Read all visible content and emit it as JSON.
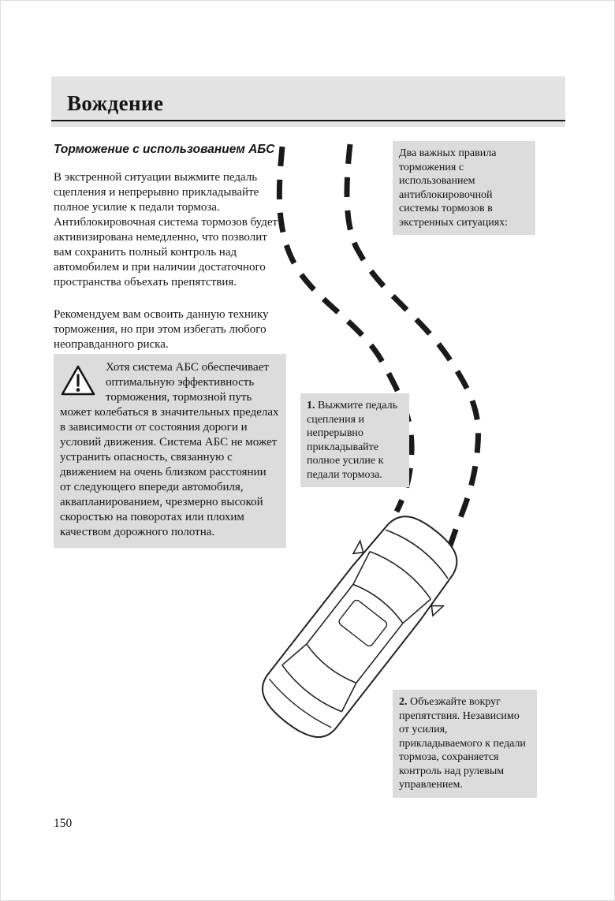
{
  "page": {
    "header_title": "Вождение",
    "number": "150"
  },
  "left_column": {
    "section_heading": "Торможение с использованием АБС",
    "paragraph1": "В экстренной ситуации выжмите педаль сцепления и непрерывно прикладывайте полное усилие к педали тормоза. Антиблокировочная система тормозов будет активизирована немедленно, что позволит вам сохранить полный контроль над автомобилем и при наличии достаточного пространства объехать препятствия.",
    "paragraph2": "Рекомендуем вам освоить данную технику торможения, но при этом избегать любого неоправданного риска.",
    "warning_icon": "warning-triangle",
    "warning_text": "Хотя система АБС обеспечивает оптимальную эффективность торможения, тормозной путь может колебаться в значительных пределах в зависимости от состояния дороги и условий движения. Система АБС не может устранить опасность, связанную с движением на очень близком расстоянии от следующего впереди автомобиля, аквапланированием, чрезмерно высокой скоростью на поворотах или плохим качеством дорожного полотна."
  },
  "callouts": {
    "intro": "Два важных правила торможения с использованием антиблокировочной системы тормозов в экстренных ситуациях:",
    "step1_label": "1.",
    "step1_text": "Выжмите педаль сцепления и непрерывно прикладывайте полное усилие к педали тормоза.",
    "step2_label": "2.",
    "step2_text": "Объезжайте вокруг препятствия. Независимо от усилия, прикладываемого к педали тормоза, сохраняется контроль над рулевым управлением."
  },
  "illustration": {
    "name": "car-swerving-around-obstacle-diagram"
  },
  "colors": {
    "header_bg": "#e3e3e3",
    "panel_bg": "#dcdcdc",
    "line_color": "#1a1a1a"
  }
}
